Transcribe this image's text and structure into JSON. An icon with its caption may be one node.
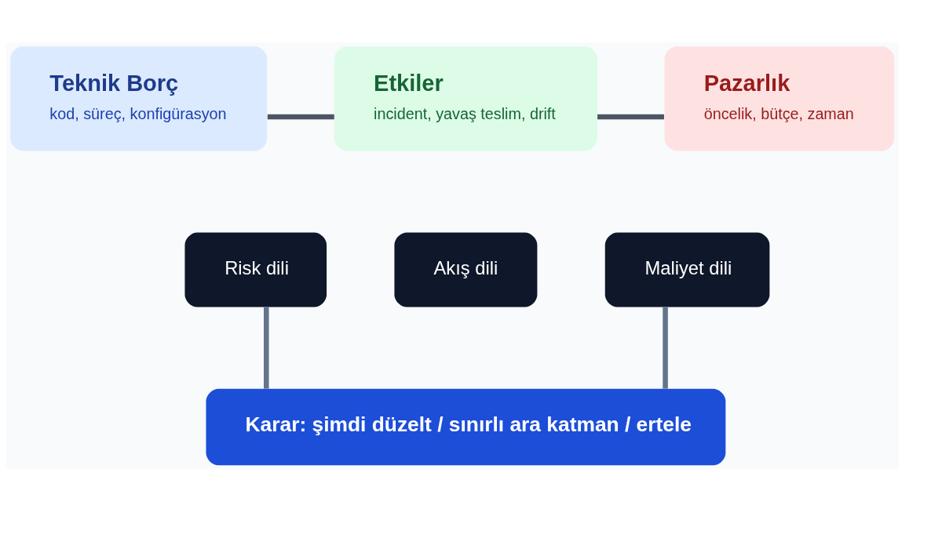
{
  "diagram": {
    "nodes": [
      {
        "text": [
          "Teknik Borç",
          "kod, süreç, konfigürasyon"
        ]
      },
      {
        "text": [
          "Etkiler",
          "incident, yavaş teslim, drift"
        ]
      },
      {
        "text": [
          "Pazarlık",
          "öncelik, bütçe, zaman"
        ]
      },
      {
        "text": [
          "Risk dili"
        ]
      },
      {
        "text": [
          "Akış dili"
        ]
      },
      {
        "text": [
          "Maliyet dili"
        ]
      },
      {
        "text": [
          "Karar: şimdi düzelt / sınırlı ara katman / ertele"
        ]
      }
    ],
    "edges": [
      {
        "from": 0,
        "to": 1,
        "arrow": "none",
        "color": "#4b5563"
      },
      {
        "from": 1,
        "to": 2,
        "arrow": "none",
        "color": "#4b5563"
      },
      {
        "from": 3,
        "to": 6,
        "arrow": "none",
        "color": "#64748b"
      },
      {
        "from": 5,
        "to": 6,
        "arrow": "none",
        "color": "#64748b"
      }
    ]
  }
}
